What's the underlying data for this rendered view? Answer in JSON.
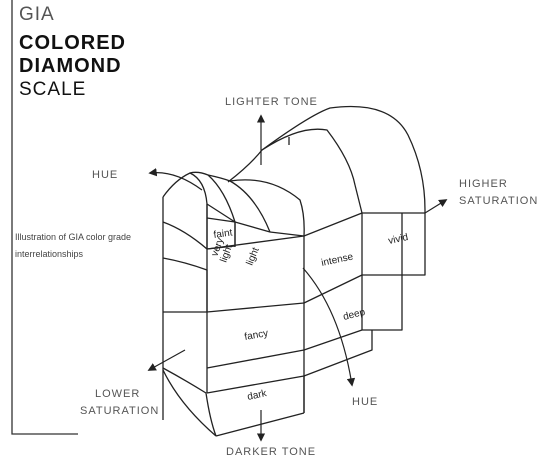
{
  "title": {
    "line1": "GIA",
    "line2": "COLORED",
    "line3": "DIAMOND",
    "line4": "SCALE"
  },
  "caption": "Illustration of GIA color grade interrelationships",
  "axes": {
    "lighter_tone": "LIGHTER TONE",
    "darker_tone": "DARKER TONE",
    "hue_top": "HUE",
    "hue_bottom": "HUE",
    "higher_saturation": [
      "HIGHER",
      "SATURATION"
    ],
    "lower_saturation": [
      "LOWER",
      "SATURATION"
    ]
  },
  "grades": {
    "faint": "faint",
    "very_light": [
      "very",
      "light"
    ],
    "light": "light",
    "fancy": "fancy",
    "intense": "intense",
    "vivid": "vivid",
    "deep": "deep",
    "dark": "dark"
  },
  "colors": {
    "line": "#222222",
    "label": "#555555"
  }
}
